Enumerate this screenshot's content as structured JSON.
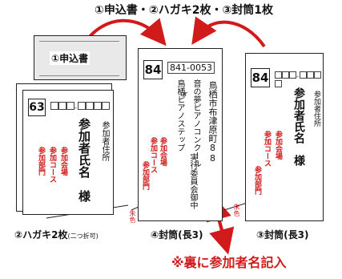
{
  "title": "①申込書・②ハガキ2枚・③封筒1枚",
  "application_form": {
    "label": "①申込書"
  },
  "postcard": {
    "number": "63",
    "address_label": "参加者住所",
    "name_label": "参加者氏名　様",
    "venue_label": "参加会場",
    "course_label": "参加コース",
    "division_label": "参加部門",
    "caption_main": "②ハガキ2枚",
    "caption_note": "(二つ折可)"
  },
  "envelope_main": {
    "number": "84",
    "postal_code": "841-0053",
    "address": "鳥栖市布津原町88",
    "org_line1": "音の夢ピアノコンクール",
    "or_word": "or",
    "org_line2": "鳥栖ピアノステップ",
    "committee": "実行委員会御中",
    "venue_label": "参加会場",
    "course_label": "参加コース",
    "division_label": "参加部門",
    "red_ink_note": "朱色",
    "caption": "④封筒(長3)"
  },
  "envelope_return": {
    "number": "84",
    "address_label": "参加者住所",
    "name_label": "参加者氏名　様",
    "venue_label": "参加会場",
    "course_label": "参加コース",
    "division_label": "参加部門",
    "red_ink_note": "朱色",
    "caption": "③封筒(長3)"
  },
  "back_note": "※裏に参加者名記入",
  "colors": {
    "accent_red": "#d11a1a",
    "line": "#222222"
  }
}
